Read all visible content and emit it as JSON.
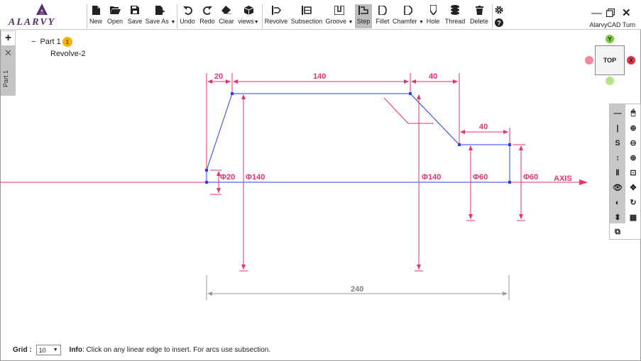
{
  "brand": {
    "name": "ALARVY"
  },
  "app": {
    "title": "AlarvyCAD Turn"
  },
  "toolbar": {
    "new": "New",
    "open": "Open",
    "save": "Save",
    "save_as": "Save As",
    "undo": "Undo",
    "redo": "Redo",
    "clear": "Clear",
    "views": "views",
    "revolve": "Revolve",
    "subsection": "Subsection",
    "groove": "Groove",
    "step": "Step",
    "fillet": "Fillet",
    "chamfer": "Chamfer",
    "hole": "Hole",
    "thread": "Thread",
    "delete": "Delete"
  },
  "side": {
    "tab_label": "Part 1"
  },
  "tree": {
    "part": "Part 1",
    "badge": "1",
    "child": "Revolve-2"
  },
  "viewcube": {
    "face": "TOP",
    "x": "X",
    "y": "Y"
  },
  "rtools": {
    "s": "S"
  },
  "drawing": {
    "dims": {
      "top_len_a": "20",
      "top_len_b": "140",
      "top_len_c": "40",
      "step_len": "40",
      "total_len": "240",
      "dia_a": "Φ20",
      "dia_b": "Φ140",
      "dia_c": "Φ140",
      "dia_d": "Φ60",
      "dia_e": "Φ60"
    },
    "axis_label": "AXIS",
    "colors": {
      "profile": "#2b3ef0",
      "dimension": "#e8336b",
      "overall": "#9a9a9a"
    }
  },
  "status": {
    "grid_label": "Grid :",
    "grid_value": "10",
    "info_label": "Info",
    "info_text": ": Click on any linear edge to insert. For arcs use subsection."
  }
}
